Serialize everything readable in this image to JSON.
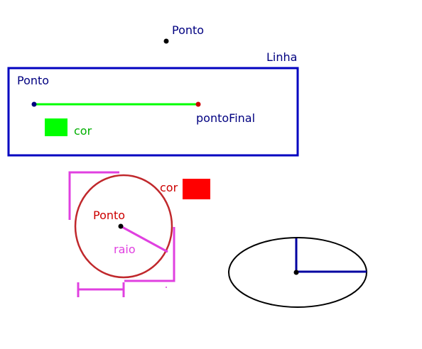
{
  "top_point": {
    "label": "Ponto"
  },
  "line_box": {
    "title": "Linha",
    "start_label": "Ponto",
    "end_label": "pontoFinal",
    "color_label": "cor"
  },
  "circle_sketch": {
    "center_label": "Ponto",
    "radius_label": "raio",
    "color_label": "cor"
  },
  "colors": {
    "navy_text": "#000080",
    "box_border": "#0000c0",
    "green": "#00ff00",
    "red": "#ff0000",
    "dark_red": "#cc0000",
    "circle_stroke": "#c0282c",
    "magenta": "#e040e0",
    "ellipse_axes": "#0000a0",
    "black": "#000000"
  }
}
